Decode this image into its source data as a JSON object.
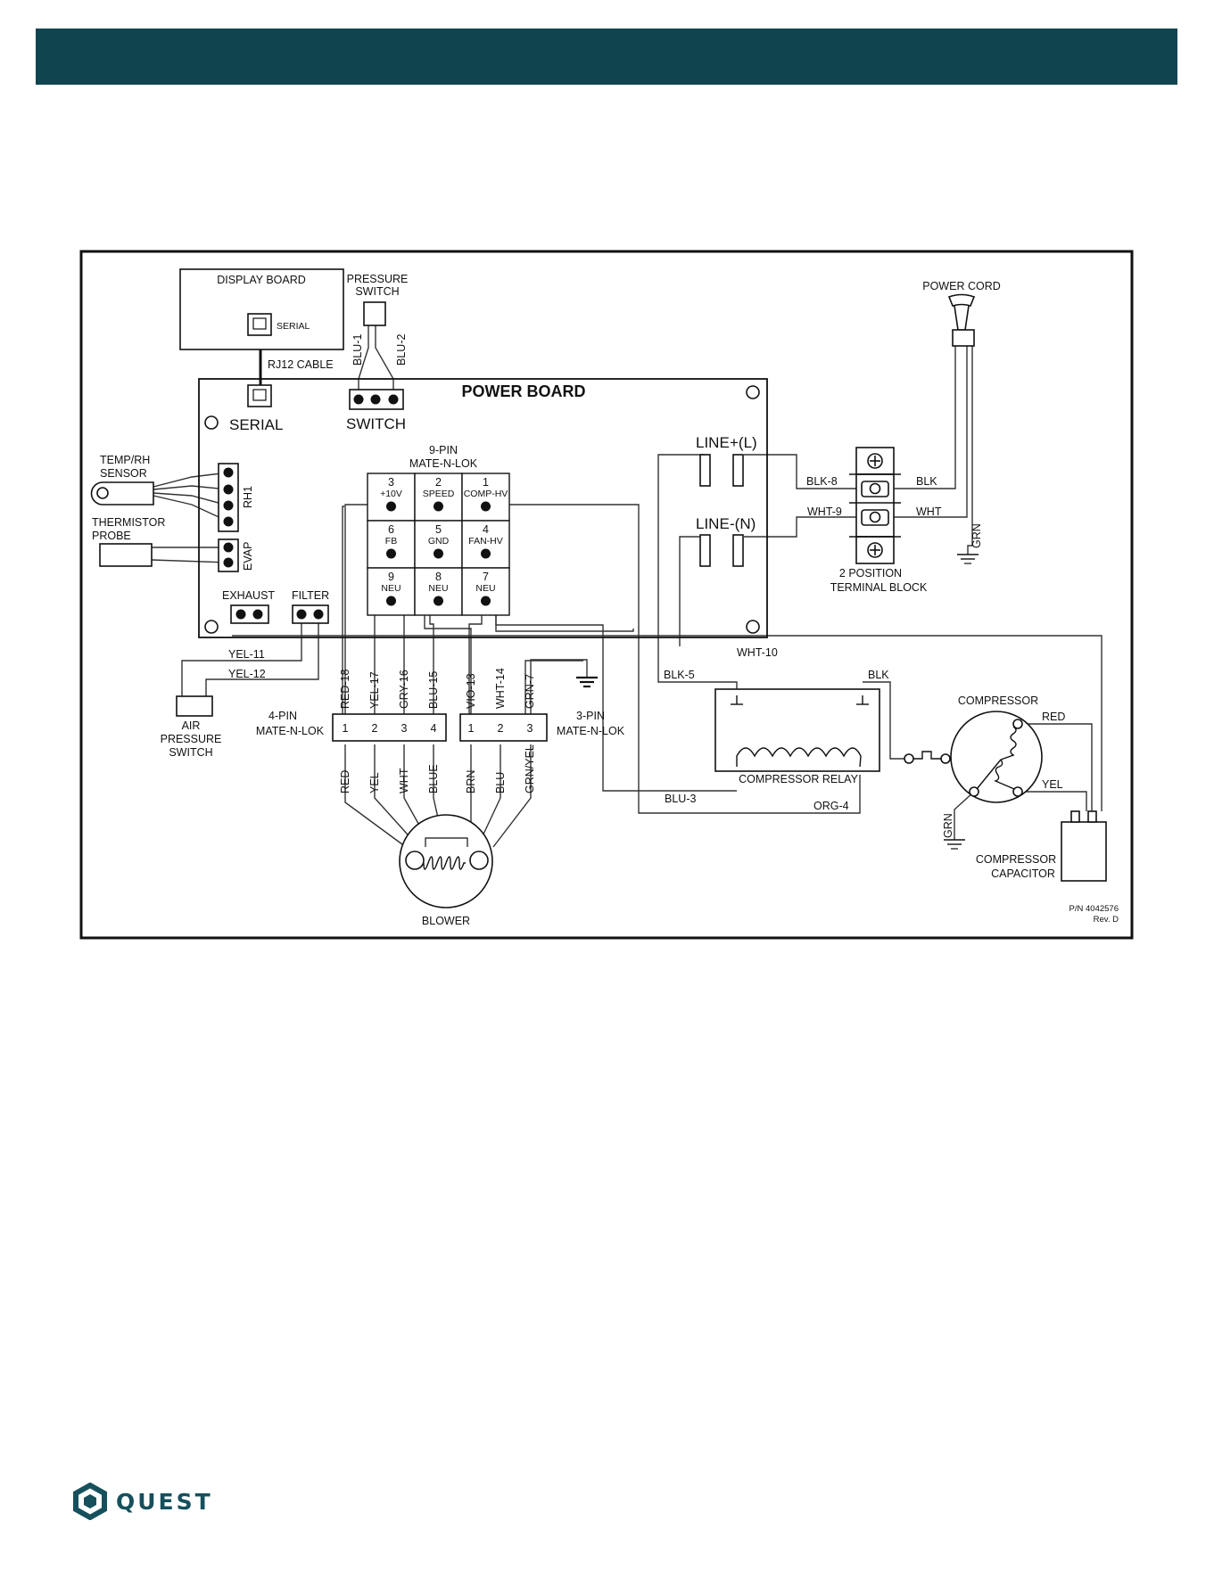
{
  "colors": {
    "header": "#10454f",
    "brand": "#16505c",
    "wire": "#333333",
    "ink": "#111111"
  },
  "diagram": {
    "display_board": {
      "title": "DISPLAY BOARD",
      "serial": "SERIAL"
    },
    "pressure_switch_top": {
      "line1": "PRESSURE",
      "line2": "SWITCH",
      "wire1": "BLU-1",
      "wire2": "BLU-2"
    },
    "rj12_cable": "RJ12 CABLE",
    "power_board": {
      "title": "POWER BOARD",
      "serial": "SERIAL",
      "switch": "SWITCH",
      "rh1": "RH1",
      "evap": "EVAP",
      "exhaust": "EXHAUST",
      "filter": "FILTER",
      "line_l_text": "LINE",
      "line_l_sign": "+(L)",
      "line_n_text": "LINE",
      "line_n_sign": "-(N)"
    },
    "nine_pin": {
      "line1": "9-PIN",
      "line2": "MATE-N-LOK",
      "pins": [
        {
          "num": "3",
          "label": "+10V"
        },
        {
          "num": "2",
          "label": "SPEED"
        },
        {
          "num": "1",
          "label": "COMP-HV"
        },
        {
          "num": "6",
          "label": "FB"
        },
        {
          "num": "5",
          "label": "GND"
        },
        {
          "num": "4",
          "label": "FAN-HV"
        },
        {
          "num": "9",
          "label": "NEU"
        },
        {
          "num": "8",
          "label": "NEU"
        },
        {
          "num": "7",
          "label": "NEU"
        }
      ]
    },
    "temp_sensor": {
      "line1": "TEMP/RH",
      "line2": "SENSOR"
    },
    "thermistor": {
      "line1": "THERMISTOR",
      "line2": "PROBE"
    },
    "air_switch": {
      "line1": "AIR",
      "line2": "PRESSURE",
      "line3": "SWITCH"
    },
    "wire_labels": {
      "yel11": "YEL-11",
      "yel12": "YEL-12",
      "wht10": "WHT-10",
      "blk5": "BLK-5",
      "blk": "BLK",
      "blu3": "BLU-3",
      "org4": "ORG-4",
      "blk8": "BLK-8",
      "wht9": "WHT-9",
      "blk_cord": "BLK",
      "wht_cord": "WHT",
      "grn_cord": "GRN",
      "red_comp": "RED",
      "yel_comp": "YEL",
      "grn_comp": "GRN"
    },
    "four_pin": {
      "line1": "4-PIN",
      "line2": "MATE-N-LOK",
      "pins": [
        "1",
        "2",
        "3",
        "4"
      ],
      "wires_in": [
        "RED-18",
        "YEL-17",
        "GRY-16",
        "BLU-15"
      ],
      "wires_out": [
        "RED",
        "YEL",
        "WHT",
        "BLUE"
      ]
    },
    "three_pin": {
      "line1": "3-PIN",
      "line2": "MATE-N-LOK",
      "pins": [
        "1",
        "2",
        "3"
      ],
      "wires_in": [
        "VIO-13",
        "WHT-14",
        "GRN-7"
      ],
      "wires_out": [
        "BRN",
        "BLU",
        "GRN/YEL"
      ]
    },
    "blower": "BLOWER",
    "compressor_relay": "COMPRESSOR RELAY",
    "compressor": "COMPRESSOR",
    "capacitor": {
      "line1": "COMPRESSOR",
      "line2": "CAPACITOR"
    },
    "terminal_block": {
      "line1": "2 POSITION",
      "line2": "TERMINAL BLOCK"
    },
    "power_cord": "POWER CORD",
    "part_number": {
      "line1": "P/N 4042576",
      "line2": "Rev. D"
    }
  },
  "footer": {
    "brand": "QUEST"
  }
}
